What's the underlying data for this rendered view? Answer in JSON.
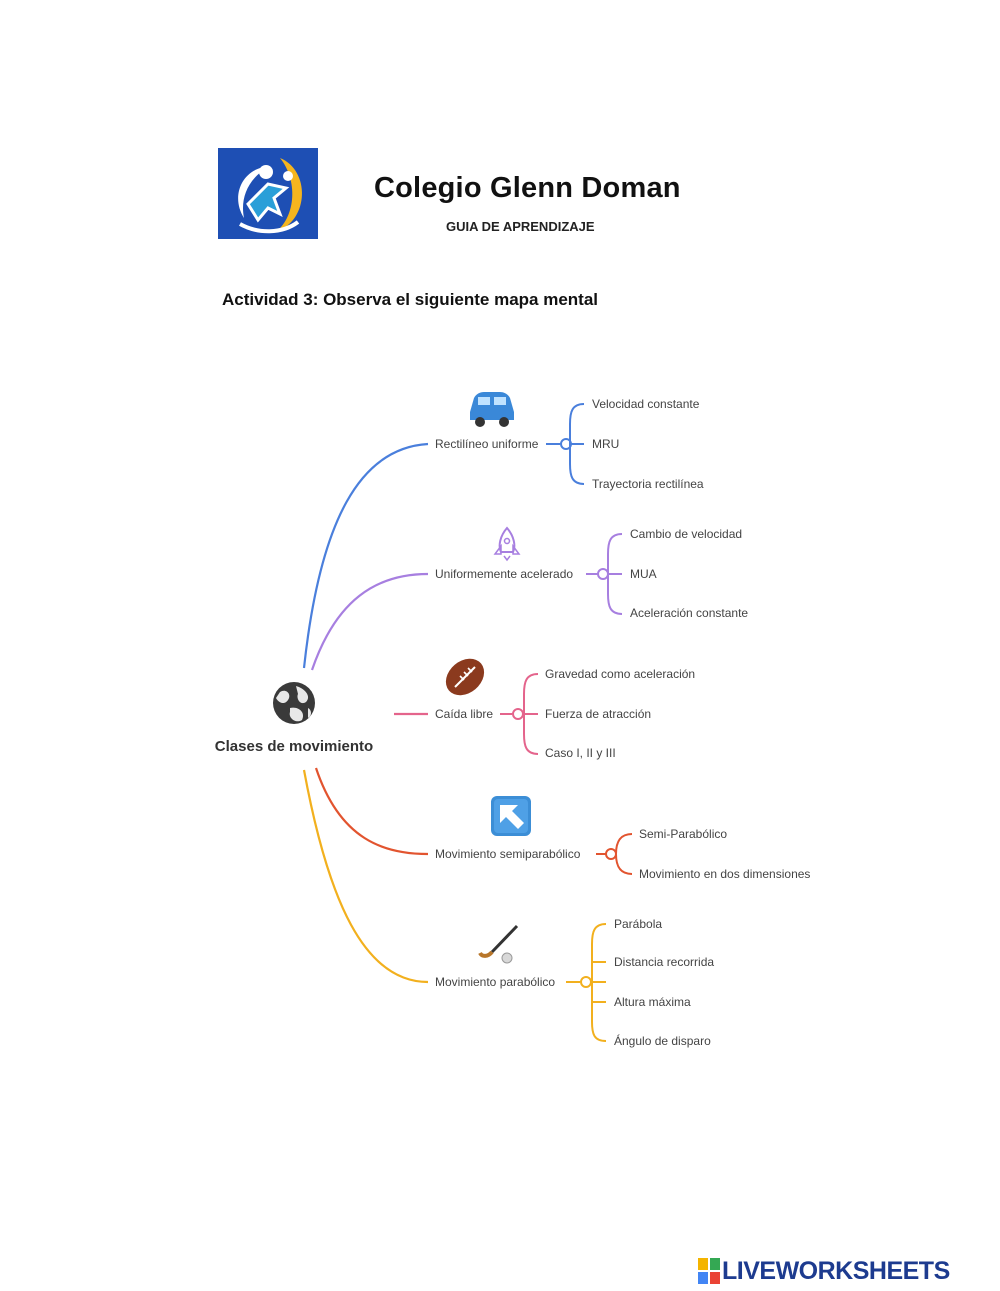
{
  "header": {
    "school_name": "Colegio Glenn Doman",
    "subtitle": "GUIA DE APRENDIZAJE",
    "logo_icon": "school-logo-icon"
  },
  "activity": {
    "title": "Actividad 3: Observa el siguiente mapa mental"
  },
  "mindmap": {
    "center": {
      "label": "Clases de movimiento",
      "icon": "globe-icon"
    },
    "branches": [
      {
        "label": "Rectilíneo uniforme",
        "icon": "car-icon",
        "color": "#4a7fdc",
        "items": [
          "Velocidad constante",
          "MRU",
          "Trayectoria rectilínea"
        ]
      },
      {
        "label": "Uniformemente acelerado",
        "icon": "rocket-icon",
        "color": "#a77fe0",
        "items": [
          "Cambio de velocidad",
          "MUA",
          "Aceleración constante"
        ]
      },
      {
        "label": "Caída libre",
        "icon": "football-icon",
        "color": "#e4648c",
        "items": [
          "Gravedad como aceleración",
          "Fuerza de atracción",
          "Caso I, II y III"
        ]
      },
      {
        "label": "Movimiento semiparabólico",
        "icon": "arrow-up-left-icon",
        "color": "#e2542f",
        "items": [
          "Semi-Parabólico",
          "Movimiento en dos dimensiones"
        ]
      },
      {
        "label": "Movimiento parabólico",
        "icon": "hockey-stick-icon",
        "color": "#f2b01e",
        "items": [
          "Parábola",
          "Distancia recorrida",
          "Altura máxima",
          "Ángulo de disparo"
        ]
      }
    ]
  },
  "footer": {
    "brand": "LIVEWORKSHEETS",
    "icon": "liveworksheets-logo-icon",
    "brand_color": "#1d3b8f"
  }
}
